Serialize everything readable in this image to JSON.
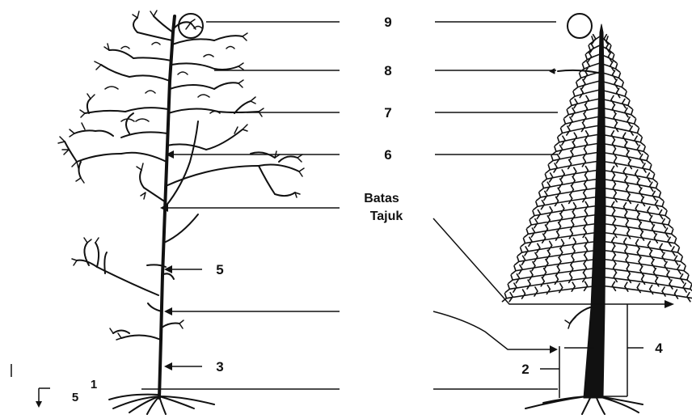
{
  "diagram": {
    "labels": {
      "n9": "9",
      "n8": "8",
      "n7": "7",
      "n6": "6",
      "batas": "Batas",
      "tajuk": "Tajuk",
      "n5": "5",
      "n3": "3",
      "n1": "1",
      "n5_corner": "5",
      "n2": "2",
      "n4": "4"
    },
    "colors": {
      "ink": "#111111",
      "paper": "#ffffff"
    }
  }
}
